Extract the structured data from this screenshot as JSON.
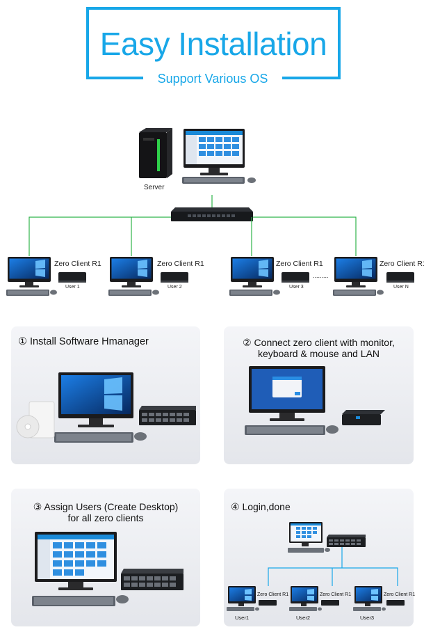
{
  "header": {
    "title": "Easy Installation",
    "subtitle": "Support Various OS"
  },
  "diagram": {
    "server_label": "Server",
    "clients": [
      {
        "device": "Zero Client R1",
        "user": "User 1"
      },
      {
        "device": "Zero Client R1",
        "user": "User 2"
      },
      {
        "device": "Zero Client R1",
        "user": "User 3"
      },
      {
        "device": "Zero Client R1",
        "user": "User N"
      }
    ],
    "ellipsis": ".........",
    "colors": {
      "link": "#2fb34a",
      "accent": "#18a7e8"
    }
  },
  "steps": [
    {
      "title": "① Install Software Hmanager"
    },
    {
      "title_line1": "② Connect zero client with monitor,",
      "title_line2": "keyboard & mouse and LAN"
    },
    {
      "title_line1": "③ Assign Users (Create Desktop)",
      "title_line2": "for all zero clients"
    },
    {
      "title": "④  Login,done",
      "clients": [
        {
          "device": "Zero Client R1",
          "user": "User1"
        },
        {
          "device": "Zero Client R1",
          "user": "User2"
        },
        {
          "device": "Zero Client R1",
          "user": "User3"
        }
      ]
    }
  ]
}
